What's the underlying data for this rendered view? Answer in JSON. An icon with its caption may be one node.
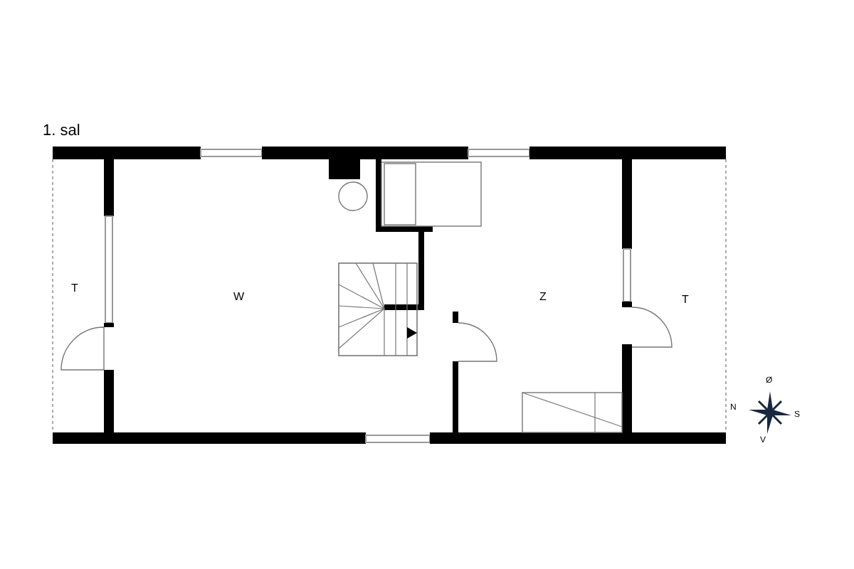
{
  "diagram": {
    "labels": [
      "1. sal",
      "T",
      "W",
      "Z",
      "T",
      "Ø",
      "N",
      "S",
      "V"
    ]
  }
}
